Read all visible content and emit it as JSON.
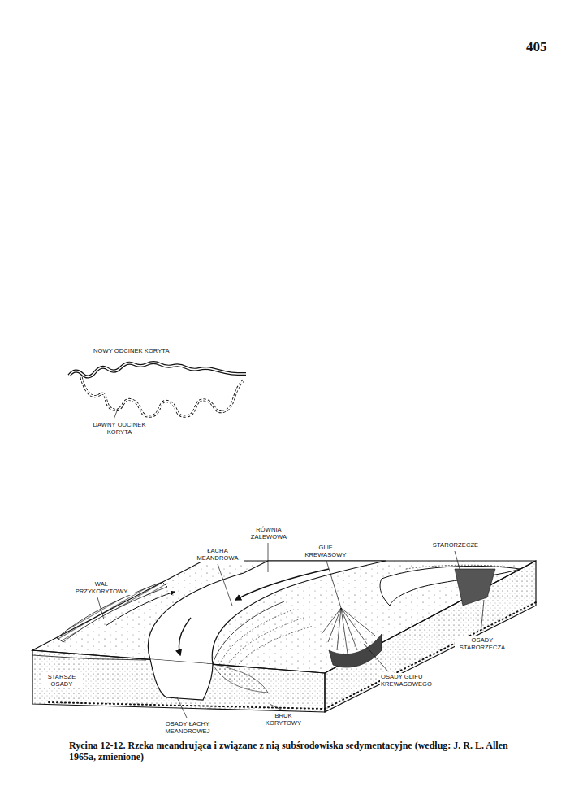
{
  "diagram": {
    "caption": "Rycina 12-12. Rzeka meandrująca i związane z nią subśrodowiska sedymentacyjne (według: J. R. L. Allen 1965a, zmienione)",
    "labels": [
      "405",
      "NOWY ODCINEK KORYTA",
      "DAWNY ODCINEK KORYTA",
      "RÓWNIA ZALEWOWA",
      "ŁACHA MEANDROWA",
      "GLIF KREWASOWY",
      "STARORZECZE",
      "WAŁ PRZYKORYTOWY",
      "OSADY STARORZECZA",
      "STARSZE OSADY",
      "OSADY GLIFU KREWASOWEGO",
      "OSADY ŁACHY MEANDROWEJ",
      "BRUK KORYTOWY"
    ]
  }
}
